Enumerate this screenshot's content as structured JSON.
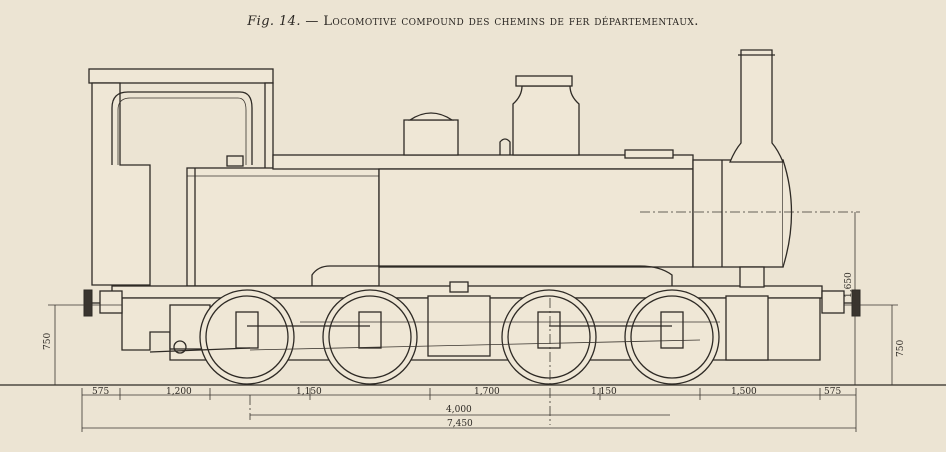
{
  "caption": {
    "fig_label": "Fig. 14.",
    "separator": " — ",
    "title": "Locomotive compound des chemins de fer départementaux."
  },
  "dimensions": {
    "bottom_row": [
      "575",
      "1,200",
      "1,150",
      "1,700",
      "1,150",
      "1,500",
      "575"
    ],
    "wheelbase": "4,000",
    "overall": "7,450",
    "left_height": "750",
    "right_height": "750",
    "boiler_height": "1,650"
  }
}
